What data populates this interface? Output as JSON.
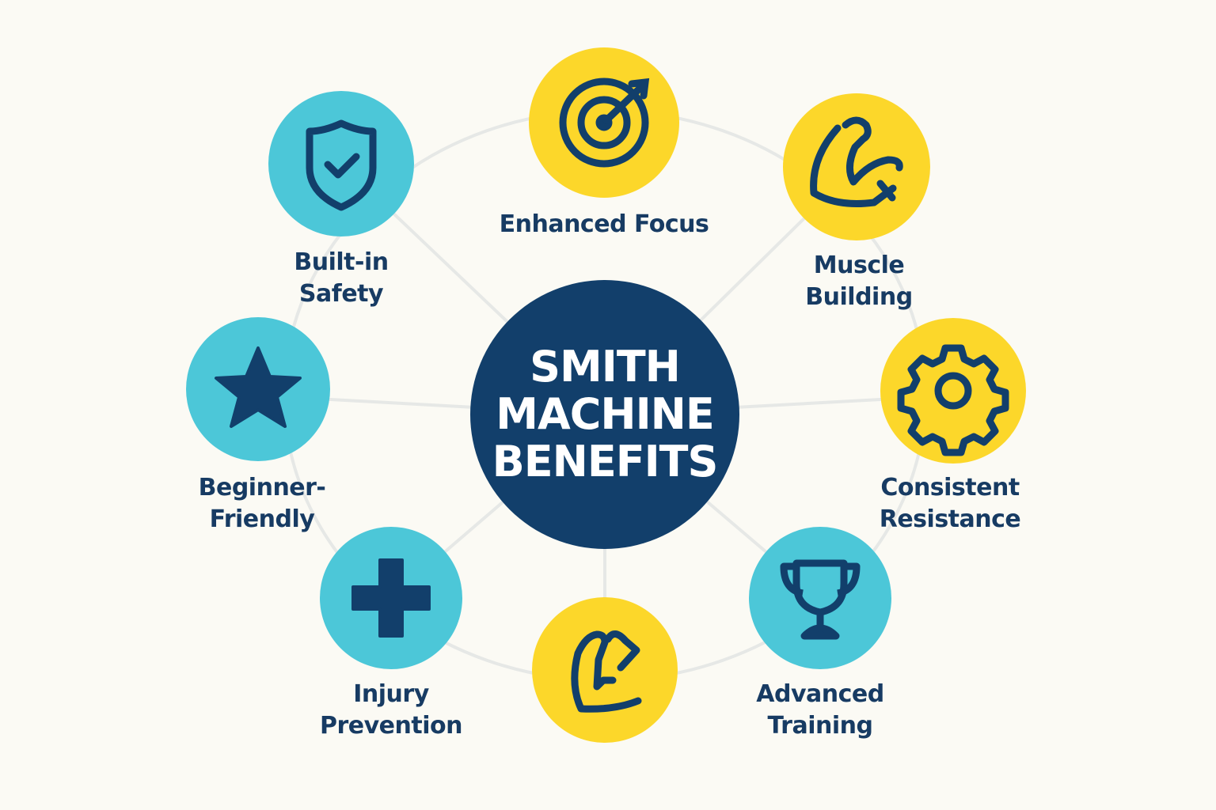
{
  "title": "SMITH MACHINE BENEFITS",
  "colors": {
    "navy": "#123f6b",
    "yellow": "#fcd72a",
    "cyan": "#4cc7d8",
    "line": "#e6e8e6",
    "text": "#173b63"
  },
  "nodes": [
    {
      "label": "Enhanced Focus",
      "icon": "target-icon",
      "color": "yellow"
    },
    {
      "label": "Muscle Building",
      "icon": "flexed-bicep-icon",
      "color": "yellow"
    },
    {
      "label": "Consistent Resistance",
      "icon": "gear-icon",
      "color": "yellow"
    },
    {
      "label": "Advanced Training",
      "icon": "trophy-icon",
      "color": "cyan"
    },
    {
      "label": "",
      "icon": "muscle-arm-icon",
      "color": "yellow"
    },
    {
      "label": "Injury Prevention",
      "icon": "medical-cross-icon",
      "color": "cyan"
    },
    {
      "label": "Beginner-Friendly",
      "icon": "star-icon",
      "color": "cyan"
    },
    {
      "label": "Built-in Safety",
      "icon": "shield-check-icon",
      "color": "cyan"
    }
  ]
}
